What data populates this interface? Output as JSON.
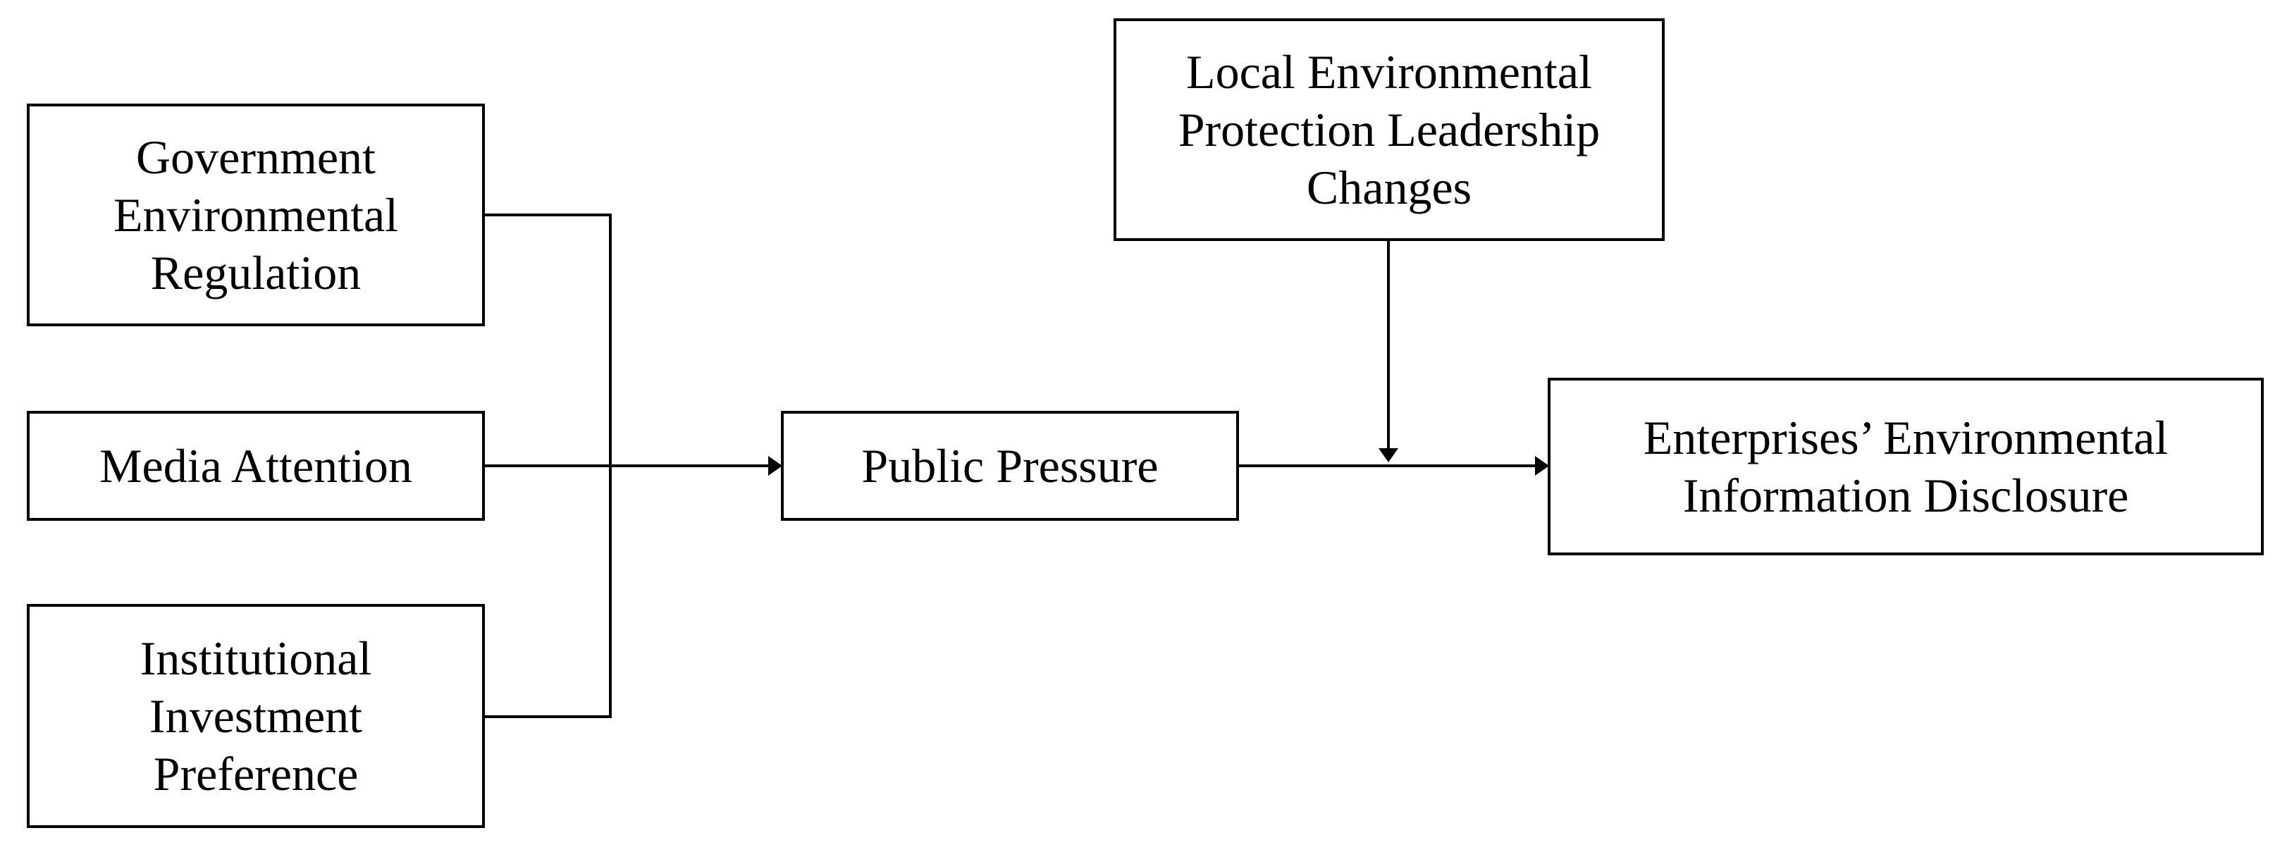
{
  "diagram": {
    "nodes": {
      "gov_regulation": {
        "label": "Government Environmental Regulation"
      },
      "media_attention": {
        "label": "Media Attention"
      },
      "institutional_pref": {
        "label": "Institutional Investment Preference"
      },
      "public_pressure": {
        "label": "Public Pressure"
      },
      "leadership_changes": {
        "label": "Local Environmental Protection Leadership Changes"
      },
      "disclosure": {
        "label": "Enterprises’ Environmental Information Disclosure"
      }
    },
    "edges": [
      {
        "from": "gov_regulation",
        "to": "public_pressure"
      },
      {
        "from": "media_attention",
        "to": "public_pressure"
      },
      {
        "from": "institutional_pref",
        "to": "public_pressure"
      },
      {
        "from": "public_pressure",
        "to": "disclosure"
      },
      {
        "from": "leadership_changes",
        "to": "public_pressure->disclosure",
        "role": "moderator"
      }
    ]
  }
}
